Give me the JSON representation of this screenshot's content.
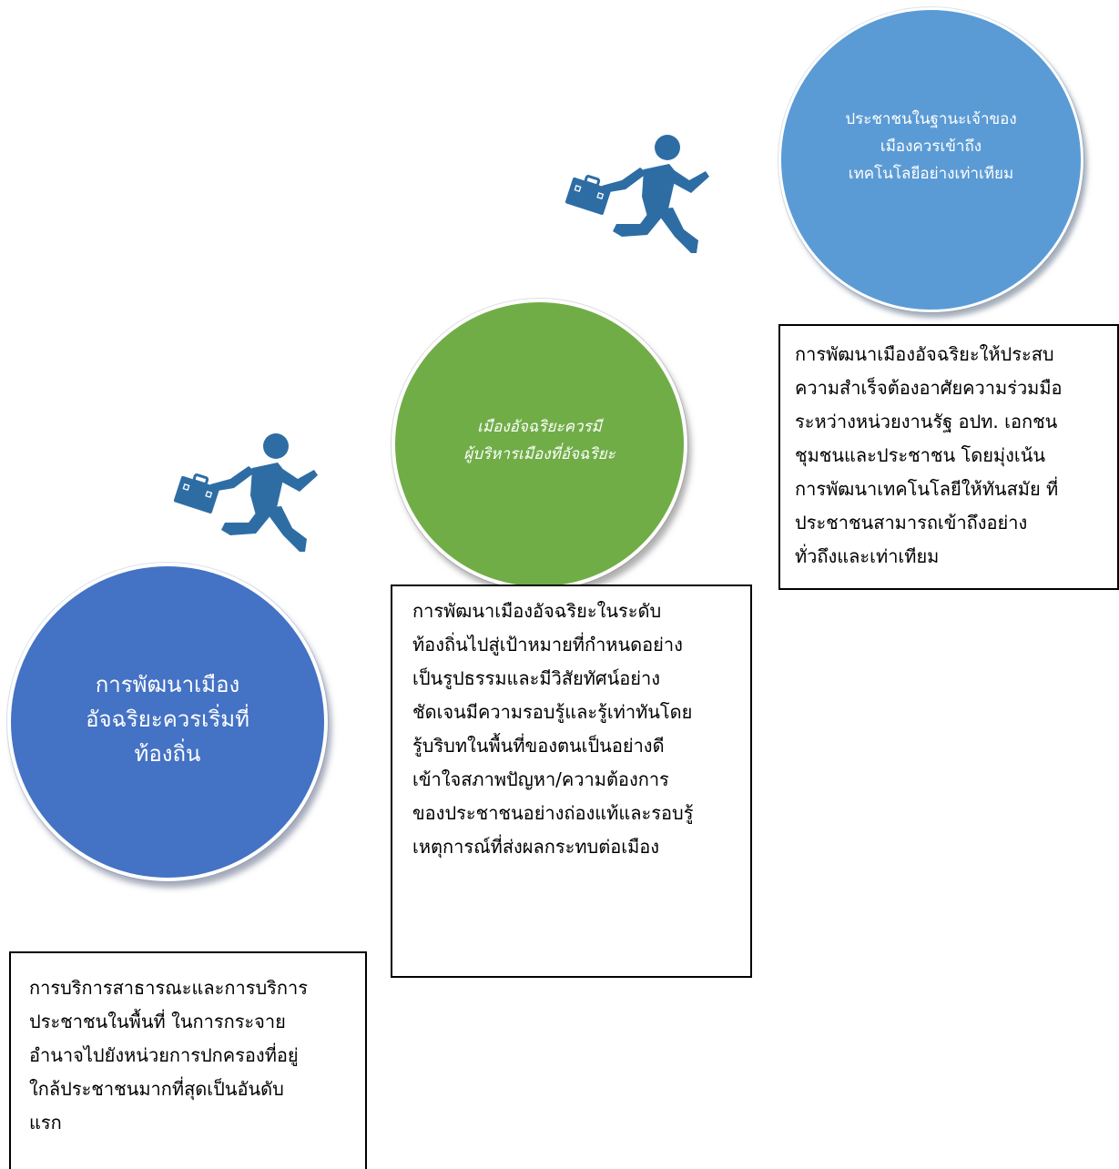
{
  "circles": {
    "top": "ประชาชนในฐานะเจ้าของ\nเมืองควรเข้าถึง\nเทคโนโลยีอย่างเท่าเทียม",
    "middle": "เมืองอัจฉริยะควรมี\nผู้บริหารเมืองที่อัจฉริยะ",
    "bottom": "การพัฒนาเมือง\nอัจฉริยะควรเริ่มที่\nท้องถิ่น"
  },
  "boxes": {
    "top": "การพัฒนาเมืองอัจฉริยะให้ประสบ\nความสำเร็จต้องอาศัยความร่วมมือ\nระหว่างหน่วยงานรัฐ อปท. เอกชน\nชุมชนและประชาชน โดยมุ่งเน้น\nการพัฒนาเทคโนโลยีให้ทันสมัย ที่\nประชาชนสามารถเข้าถึงอย่าง\nทั่วถึงและเท่าเทียม",
    "middle": "การพัฒนาเมืองอัจฉริยะในระดับ\nท้องถิ่นไปสู่เป้าหมายที่กำหนดอย่าง\nเป็นรูปธรรมและมีวิสัยทัศน์อย่าง\nชัดเจนมีความรอบรู้และรู้เท่าทันโดย\nรู้บริบทในพื้นที่ของตนเป็นอย่างดี\nเข้าใจสภาพปัญหา/ความต้องการ\nของประชาชนอย่างถ่องแท้และรอบรู้\nเหตุการณ์ที่ส่งผลกระทบต่อเมือง",
    "bottom": "การบริการสาธารณะและการบริการ\nประชาชนในพื้นที่ ในการกระจาย\nอำนาจไปยังหน่วยการปกครองที่อยู่\nใกล้ประชาชนมากที่สุดเป็นอันดับ\nแรก"
  },
  "icons": {
    "runner": "running-businessman-icon"
  },
  "colors": {
    "circle_top": "#5b9bd5",
    "circle_middle": "#70ad47",
    "circle_bottom": "#4472c4",
    "runner": "#2e6da4"
  }
}
